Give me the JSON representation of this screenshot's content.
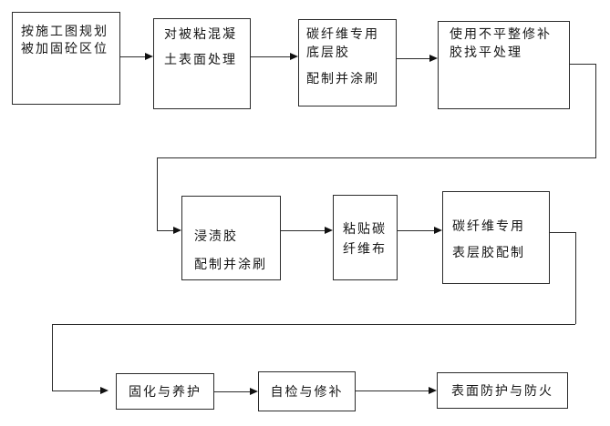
{
  "diagram_type": "flowchart",
  "colors": {
    "background": "#ffffff",
    "line": "#2b2b2b",
    "text": "#161616"
  },
  "steps": [
    {
      "id": 1,
      "lines": [
        "按施工图规划",
        "被加固砼区位"
      ]
    },
    {
      "id": 2,
      "lines": [
        "对被粘混凝",
        "土表面处理"
      ]
    },
    {
      "id": 3,
      "lines": [
        "碳纤维专用",
        "底层胶",
        "配制并涂刷"
      ]
    },
    {
      "id": 4,
      "lines": [
        "使用不平整修补",
        "胶找平处理"
      ]
    },
    {
      "id": 5,
      "lines": [
        "浸渍胶",
        "配制并涂刷"
      ]
    },
    {
      "id": 6,
      "lines": [
        "粘贴碳",
        "纤维布"
      ]
    },
    {
      "id": 7,
      "lines": [
        "碳纤维专用",
        "表层胶配制"
      ]
    },
    {
      "id": 8,
      "lines": [
        "固化与养护"
      ]
    },
    {
      "id": 9,
      "lines": [
        "自检与修补"
      ]
    },
    {
      "id": 10,
      "lines": [
        "表面防护与防火"
      ]
    }
  ],
  "connections": [
    {
      "from": 1,
      "to": 2
    },
    {
      "from": 2,
      "to": 3
    },
    {
      "from": 3,
      "to": 4
    },
    {
      "from": 4,
      "to": 5
    },
    {
      "from": 5,
      "to": 6
    },
    {
      "from": 6,
      "to": 7
    },
    {
      "from": 7,
      "to": 8
    },
    {
      "from": 8,
      "to": 9
    },
    {
      "from": 9,
      "to": 10
    }
  ]
}
